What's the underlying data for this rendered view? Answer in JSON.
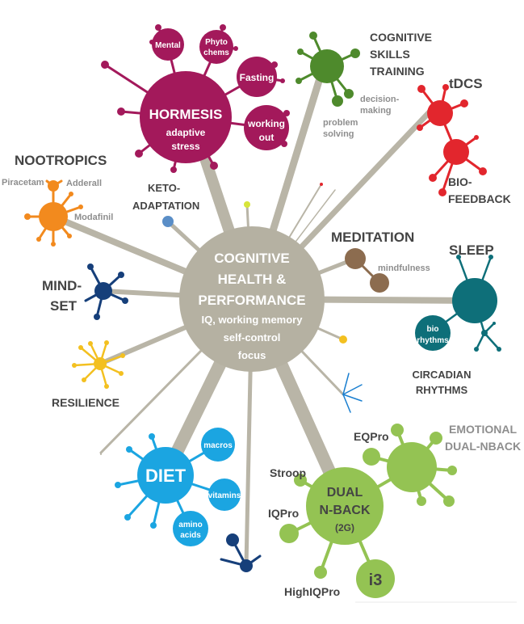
{
  "center": {
    "line1": "COGNITIVE",
    "line2": "HEALTH &",
    "line3": "PERFORMANCE",
    "sub1": "IQ, working memory",
    "sub2": "self-control",
    "sub3": "focus"
  },
  "hormesis": {
    "title": "HORMESIS",
    "sub1": "adaptive",
    "sub2": "stress",
    "mental": "Mental",
    "phyto1": "Phyto",
    "phyto2": "chems",
    "fasting": "Fasting",
    "work1": "working",
    "work2": "out"
  },
  "cognitive_skills": {
    "line1": "COGNITIVE",
    "line2": "SKILLS",
    "line3": "TRAINING",
    "decision1": "decision-",
    "decision2": "making",
    "problem1": "problem",
    "problem2": "solving"
  },
  "tdcs": {
    "title": "tDCS",
    "bio1": "BIO-",
    "bio2": "FEEDBACK"
  },
  "nootropics": {
    "title": "NOOTROPICS",
    "piracetam": "Piracetam",
    "adderall": "Adderall",
    "modafinil": "Modafinil"
  },
  "keto": {
    "line1": "KETO-",
    "line2": "ADAPTATION"
  },
  "meditation": {
    "title": "MEDITATION",
    "sub": "mindfulness"
  },
  "sleep": {
    "title": "SLEEP",
    "bio1": "bio",
    "bio2": "rhythms",
    "circ1": "CIRCADIAN",
    "circ2": "RHYTHMS"
  },
  "mindset": {
    "line1": "MIND-",
    "line2": "SET"
  },
  "resilience": {
    "title": "RESILIENCE"
  },
  "diet": {
    "title": "DIET",
    "macros": "macros",
    "vitamins": "vitamins",
    "amino1": "amino",
    "amino2": "acids"
  },
  "dnback": {
    "line1": "DUAL",
    "line2": "N-BACK",
    "line3": "(2G)",
    "eqpro": "EQPro",
    "emo1": "EMOTIONAL",
    "emo2": "DUAL-NBACK",
    "stroop": "Stroop",
    "iqpro": "IQPro",
    "i3": "i3",
    "highiq": "HighIQPro"
  },
  "colors": {
    "trunk": "#b9b5a7",
    "center": "#b5b1a2",
    "hormesis": "#a3195b",
    "cognitive": "#4e8a2c",
    "tdcs": "#e2262d",
    "nootropics": "#f28a1e",
    "keto": "#5a8ec7",
    "meditation": "#8c6c4f",
    "sleep": "#0e6f79",
    "mindset": "#163f7a",
    "resilience": "#f3c020",
    "diet": "#1ba5e1",
    "dnback": "#94c353",
    "label": "#444444",
    "label_light": "#8e8e8e"
  }
}
